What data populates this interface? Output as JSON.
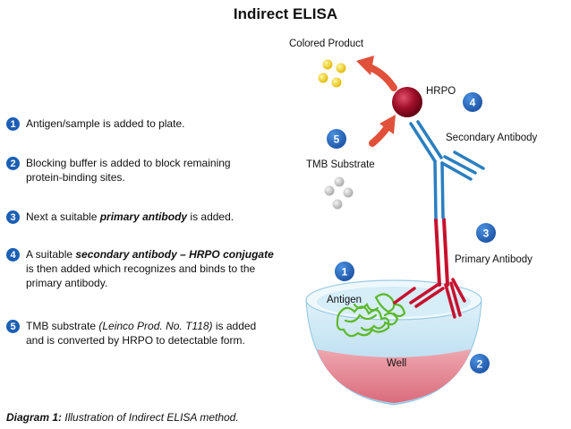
{
  "title": "Indirect ELISA",
  "steps": [
    {
      "num": "1",
      "text": "Antigen/sample is added to plate."
    },
    {
      "num": "2",
      "line1": "Blocking buffer is added to block remaining",
      "line2": "protein-binding sites."
    },
    {
      "num": "3",
      "pre": "Next a suitable ",
      "bold": "primary antibody",
      "post": " is added."
    },
    {
      "num": "4",
      "pre": "A suitable ",
      "bold": "secondary antibody – HRPO conjugate",
      "line2": "is then added which recognizes and binds to the",
      "line3": "primary antibody."
    },
    {
      "num": "5",
      "pre": "TMB substrate ",
      "italic": "(Leinco Prod. No. T118)",
      "post": " is added",
      "line2": "and is converted by HRPO to detectable form."
    }
  ],
  "caption": {
    "bold": "Diagram 1:",
    "rest": " Illustration of Indirect ELISA method."
  },
  "diagram": {
    "labels": {
      "colored_product": "Colored Product",
      "hrpo": "HRPO",
      "tmb_substrate": "TMB Substrate",
      "secondary_antibody": "Secondary Antibody",
      "primary_antibody": "Primary Antibody",
      "antigen": "Antigen",
      "well": "Well"
    },
    "badges": {
      "b1": "1",
      "b2": "2",
      "b3": "3",
      "b4": "4",
      "b5": "5"
    },
    "colors": {
      "badge": "#1a5fb4",
      "hrpo": "#a0102a",
      "primary_antibody": "#c8102e",
      "secondary_antibody": "#2a7fc0",
      "product": "#e8c81a",
      "substrate": "#b8b8b8",
      "arrow": "#e0503a",
      "antigen": "#5cb82a",
      "well": "#e87a86"
    }
  }
}
